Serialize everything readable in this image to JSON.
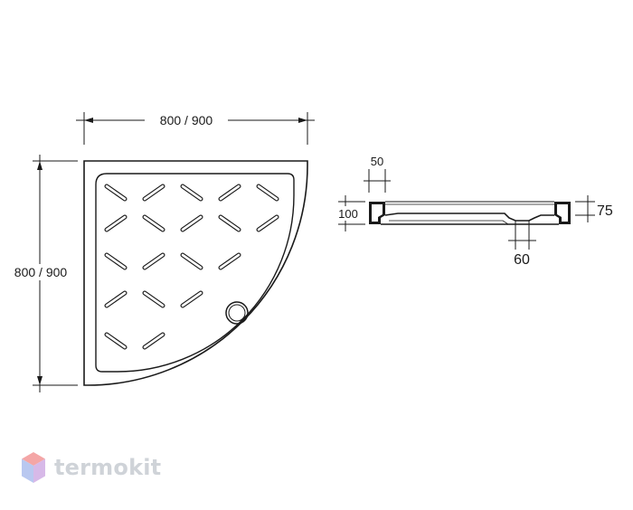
{
  "plan_view": {
    "width_dimension": "800 / 900",
    "depth_dimension": "800 / 900"
  },
  "section_view": {
    "rim_width": "50",
    "total_height": "100",
    "inner_height": "75",
    "drain_width": "60"
  },
  "watermark": {
    "brand_name": "termokit",
    "logo_colors": [
      "#f4a6a6",
      "#b9c8f0",
      "#d7b9e8"
    ]
  }
}
